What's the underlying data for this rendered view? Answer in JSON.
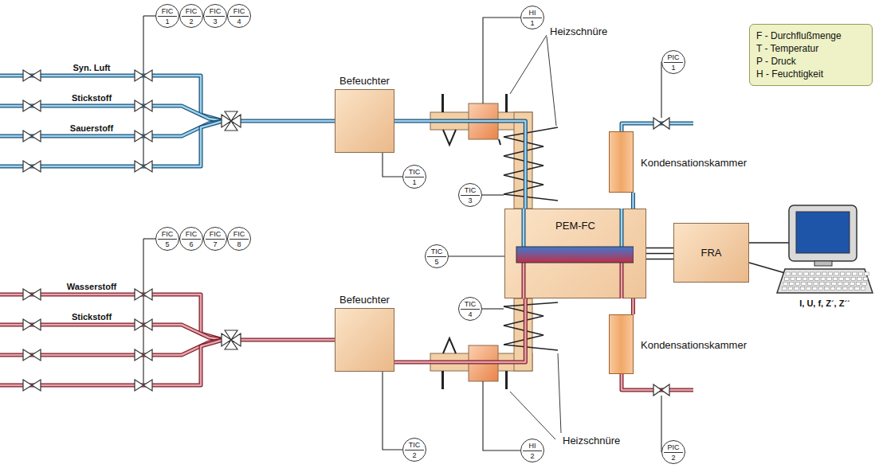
{
  "diagram": {
    "nodes": [
      {
        "text": [
          "FIC",
          "1"
        ]
      },
      {
        "text": [
          "FIC",
          "2"
        ]
      },
      {
        "text": [
          "FIC",
          "3"
        ]
      },
      {
        "text": [
          "FIC",
          "4"
        ]
      },
      {
        "text": [
          "HI",
          "1"
        ]
      },
      {
        "text": [
          "PIC",
          "1"
        ]
      },
      {
        "text": [
          "F - Durchflußmenge",
          "T - Temperatur",
          "P - Druck",
          "H - Feuchtigkeit"
        ]
      },
      {
        "text": [
          "Befeuchter"
        ]
      },
      {
        "text": [
          "TIC",
          "1"
        ]
      },
      {
        "text": [
          "TIC",
          "3"
        ]
      },
      {
        "text": [
          "Kondensationskammer"
        ]
      },
      {
        "text": [
          "PEM-FC"
        ]
      },
      {
        "text": [
          "TIC",
          "5"
        ]
      },
      {
        "text": [
          "FRA"
        ]
      },
      {
        "text": [
          "FIC",
          "5"
        ]
      },
      {
        "text": [
          "FIC",
          "6"
        ]
      },
      {
        "text": [
          "FIC",
          "7"
        ]
      },
      {
        "text": [
          "FIC",
          "8"
        ]
      },
      {
        "text": [
          "TIC",
          "4"
        ]
      },
      {
        "text": [
          "Kondensationskammer"
        ]
      },
      {
        "text": [
          "Befeuchter"
        ]
      },
      {
        "text": [
          "TIC",
          "2"
        ]
      },
      {
        "text": [
          "HI",
          "2"
        ]
      },
      {
        "text": [
          "PIC",
          "2"
        ]
      }
    ],
    "edges": [
      {
        "from": 7,
        "to": 11,
        "arrow": "none"
      },
      {
        "from": 11,
        "to": 10,
        "arrow": "none"
      },
      {
        "from": 11,
        "to": 13,
        "arrow": "none"
      },
      {
        "from": 20,
        "to": 11,
        "arrow": "none"
      },
      {
        "from": 11,
        "to": 19,
        "arrow": "none"
      },
      {
        "from": 8,
        "to": 7,
        "arrow": "none"
      },
      {
        "from": 21,
        "to": 20,
        "arrow": "none"
      },
      {
        "from": 12,
        "to": 11,
        "arrow": "none"
      }
    ],
    "labels": [
      "Syn. Luft",
      "Stickstoff",
      "Sauerstoff",
      "Heizschnüre",
      "Heizschnüre",
      "I, U, f, Z´, Z´´",
      "Wasserstoff",
      "Stickstoff"
    ]
  }
}
